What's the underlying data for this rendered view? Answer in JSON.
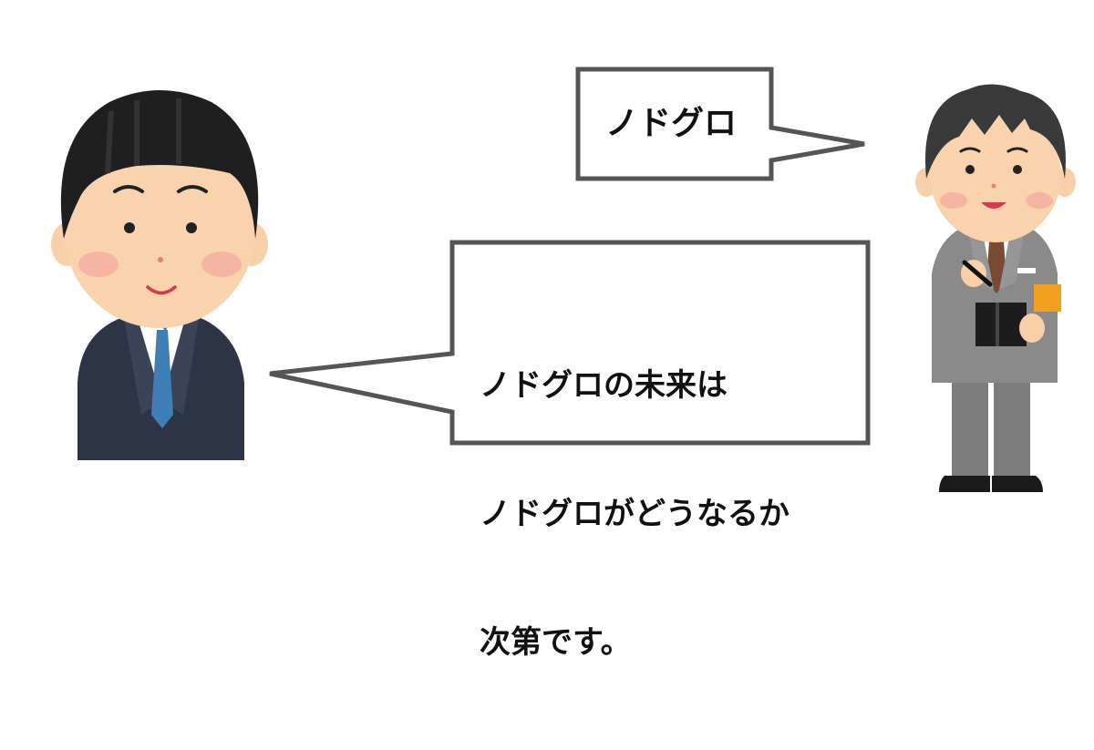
{
  "scene": {
    "background_color": "#ffffff",
    "bubble_stroke_color": "#555555",
    "characters": [
      {
        "role": "speaker-left",
        "icon": "businessman-suit-icon",
        "suit_color": "#2c3446",
        "tie_color": "#3f7fb5"
      },
      {
        "role": "speaker-right",
        "icon": "reporter-taking-notes-icon",
        "suit_color": "#7d7d7d",
        "tie_color": "#7a4a34",
        "armband_color": "#f2a020"
      }
    ]
  },
  "bubbles": {
    "top": {
      "text": "ノドグロ"
    },
    "main": {
      "lines": [
        "ノドグロの未来は",
        "ノドグロがどうなるか",
        "次第です。"
      ]
    }
  }
}
